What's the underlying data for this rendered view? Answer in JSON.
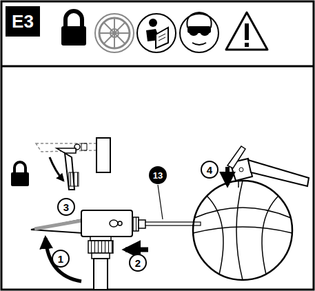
{
  "diagram": {
    "nodes": [
      {
        "text": [
          "E3"
        ]
      },
      {
        "text": [
          "13"
        ]
      },
      {
        "text": [
          "4"
        ]
      },
      {
        "text": [
          "3"
        ]
      },
      {
        "text": [
          "2"
        ]
      },
      {
        "text": [
          "1"
        ]
      }
    ]
  }
}
